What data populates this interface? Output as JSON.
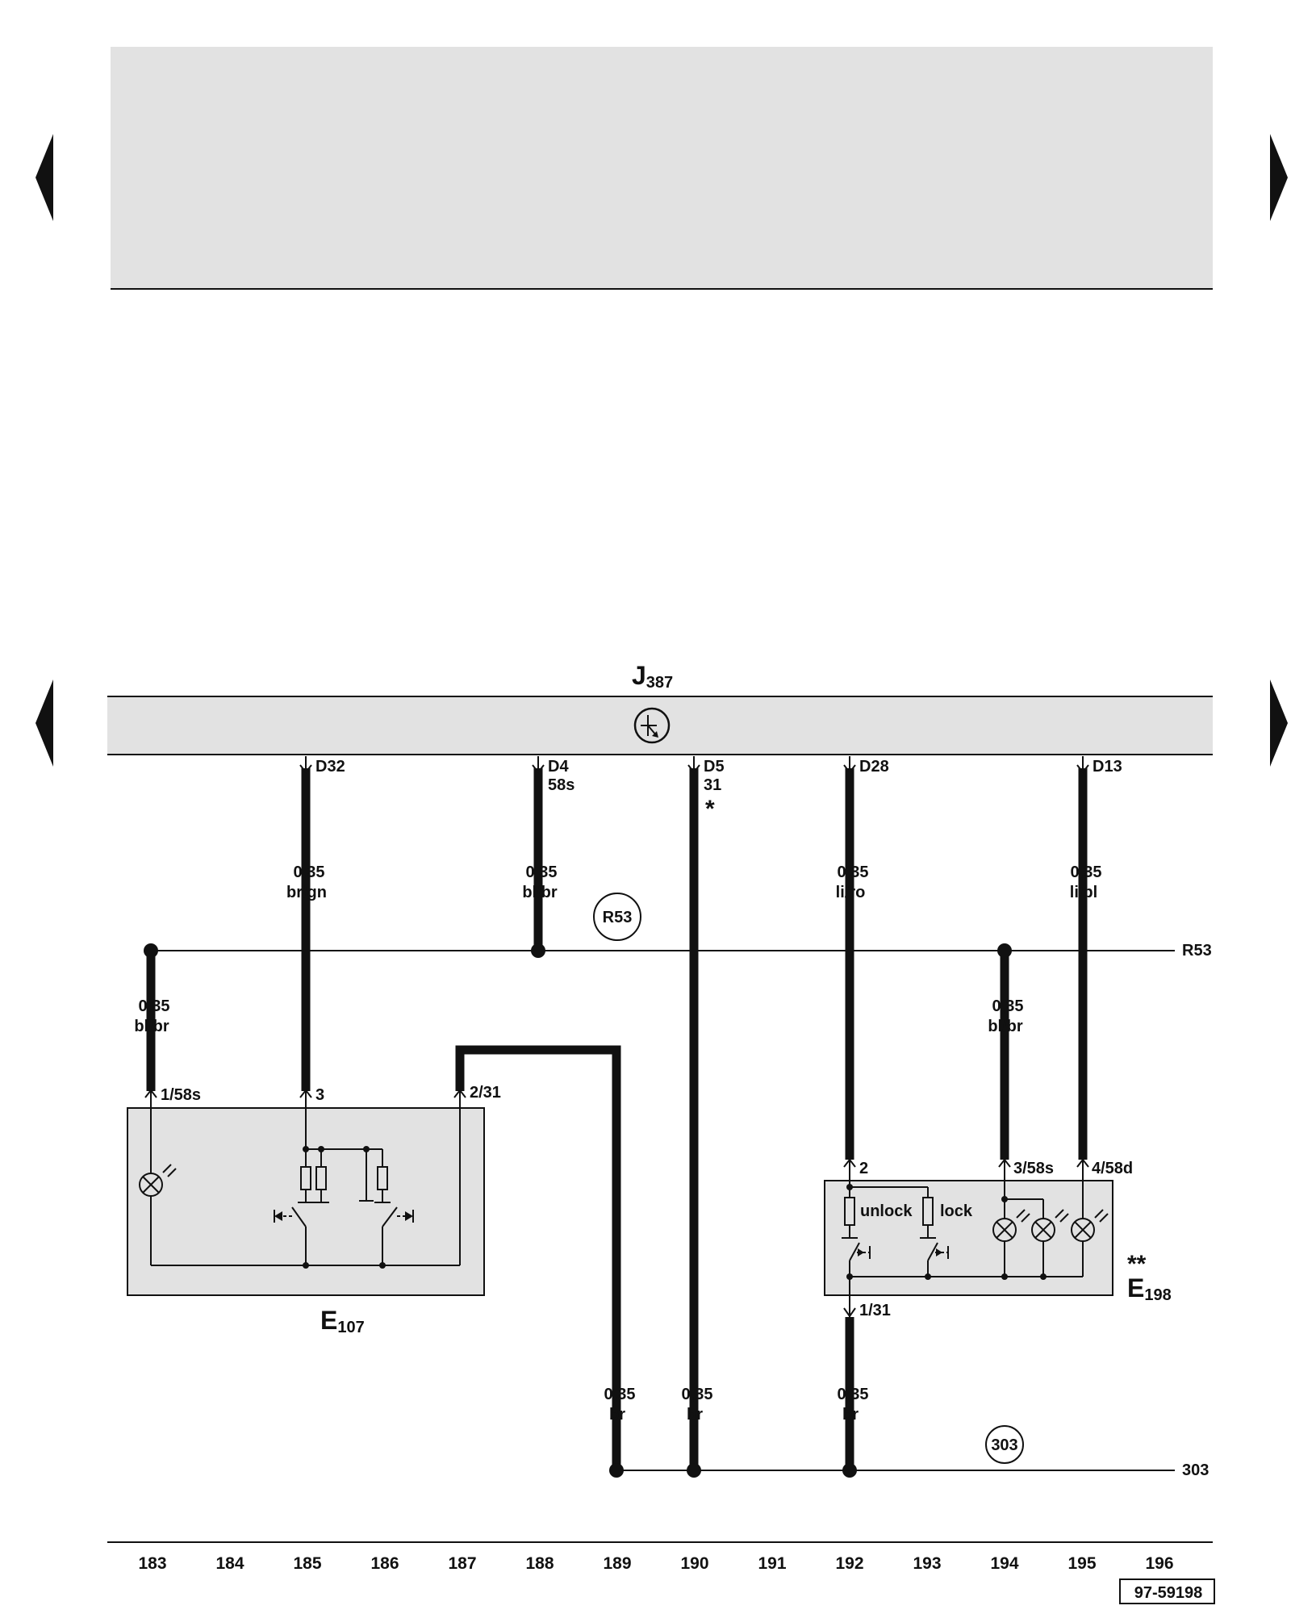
{
  "ecu": {
    "label": "J",
    "sub": "387"
  },
  "pins": {
    "d32": "D32",
    "d4": "D4",
    "d4_term": "58s",
    "d5": "D5",
    "d5_term": "31",
    "d5_note": "*",
    "d28": "D28",
    "d13": "D13"
  },
  "wires": {
    "w185": {
      "size": "0,35",
      "color": "br/gn"
    },
    "w188": {
      "size": "0,35",
      "color": "bl/br"
    },
    "w192": {
      "size": "0,35",
      "color": "li/ro"
    },
    "w195": {
      "size": "0,35",
      "color": "li/bl"
    },
    "w183": {
      "size": "0,35",
      "color": "bl/br"
    },
    "w194": {
      "size": "0,35",
      "color": "bl/br"
    },
    "w189": {
      "size": "0,35",
      "color": "br"
    },
    "w190": {
      "size": "0,35",
      "color": "br"
    },
    "w192b": {
      "size": "0,35",
      "color": "br"
    }
  },
  "connections": {
    "r53_circle": "R53",
    "r53_line": "R53",
    "g303_circle": "303",
    "g303_line": "303"
  },
  "e107": {
    "label": "E",
    "sub": "107",
    "pin1": "1/58s",
    "pin3": "3",
    "pin2": "2/31"
  },
  "e198": {
    "label": "E",
    "sub": "198",
    "note": "**",
    "pin2": "2",
    "pin3": "3/58s",
    "pin4": "4/58d",
    "pin1": "1/31",
    "unlock": "unlock",
    "lock": "lock"
  },
  "tracks": [
    "183",
    "184",
    "185",
    "186",
    "187",
    "188",
    "189",
    "190",
    "191",
    "192",
    "193",
    "194",
    "195",
    "196"
  ],
  "figure_id": "97-59198"
}
